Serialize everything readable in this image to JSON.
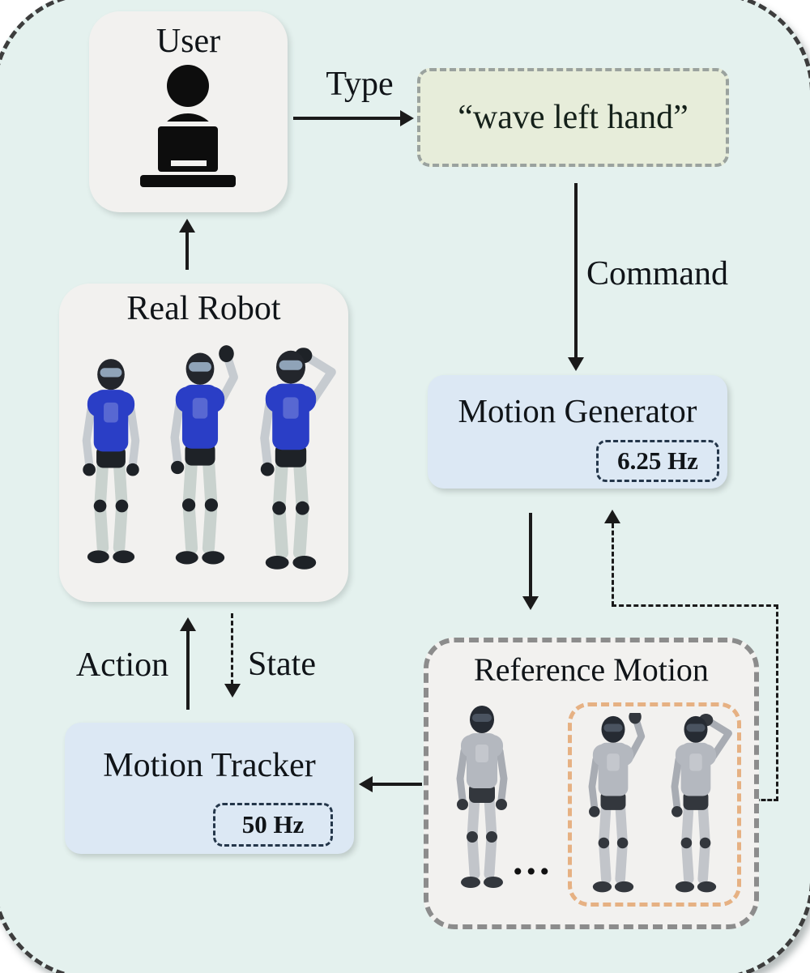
{
  "figure": {
    "user": {
      "label": "User"
    },
    "type_label": "Type",
    "instruction_text": "“wave left hand”",
    "command_label": "Command",
    "motion_generator": {
      "label": "Motion Generator",
      "rate": "6.25 Hz"
    },
    "reference_motion": {
      "label": "Reference Motion",
      "ellipsis": "..."
    },
    "motion_tracker": {
      "label": "Motion Tracker",
      "rate": "50 Hz"
    },
    "real_robot": {
      "label": "Real Robot"
    },
    "action_label": "Action",
    "state_label": "State"
  },
  "colors": {
    "canvas_bg": "#e4f1ee",
    "card_gray": "#f2f1ef",
    "card_blue": "#dce8f4",
    "card_green": "#e7edda",
    "frame_orange": "#e6b183",
    "border_gray": "#8c8c8c",
    "outer_border": "#3d3d3d",
    "ink": "#1a1a1a",
    "badge_border": "#24364a"
  }
}
